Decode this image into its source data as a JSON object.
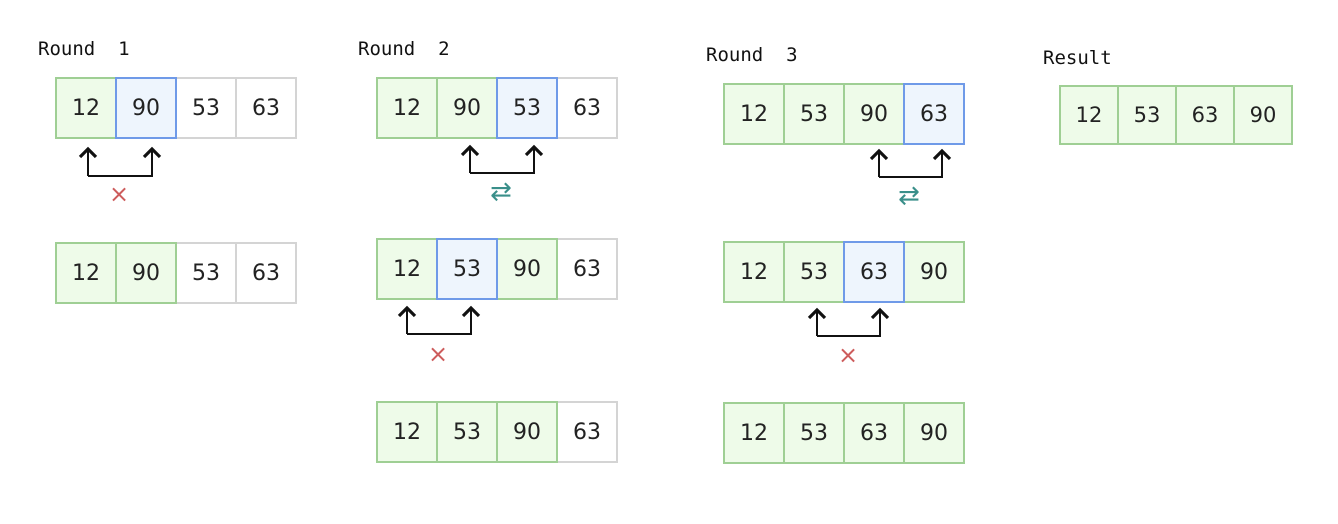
{
  "titles": {
    "round1": "Round  1",
    "round2": "Round  2",
    "round3": "Round  3",
    "result": "Result"
  },
  "rounds": [
    {
      "steps": [
        {
          "cells": [
            "12",
            "90",
            "53",
            "63"
          ]
        },
        {
          "cells": [
            "12",
            "90",
            "53",
            "63"
          ]
        }
      ]
    },
    {
      "steps": [
        {
          "cells": [
            "12",
            "90",
            "53",
            "63"
          ]
        },
        {
          "cells": [
            "12",
            "53",
            "90",
            "63"
          ]
        },
        {
          "cells": [
            "12",
            "53",
            "90",
            "63"
          ]
        }
      ]
    },
    {
      "steps": [
        {
          "cells": [
            "12",
            "53",
            "90",
            "63"
          ]
        },
        {
          "cells": [
            "12",
            "53",
            "63",
            "90"
          ]
        },
        {
          "cells": [
            "12",
            "53",
            "63",
            "90"
          ]
        }
      ]
    }
  ],
  "result": {
    "cells": [
      "12",
      "53",
      "63",
      "90"
    ]
  },
  "marks": {
    "no_swap": "×",
    "swap": "⇄"
  },
  "colors": {
    "sorted_fill": "#eefbe9",
    "sorted_border": "#9fcf94",
    "current_fill": "#eef5fd",
    "current_border": "#6f9ae8",
    "no_swap_mark": "#cd5c5c",
    "swap_mark": "#3a8f8a"
  }
}
